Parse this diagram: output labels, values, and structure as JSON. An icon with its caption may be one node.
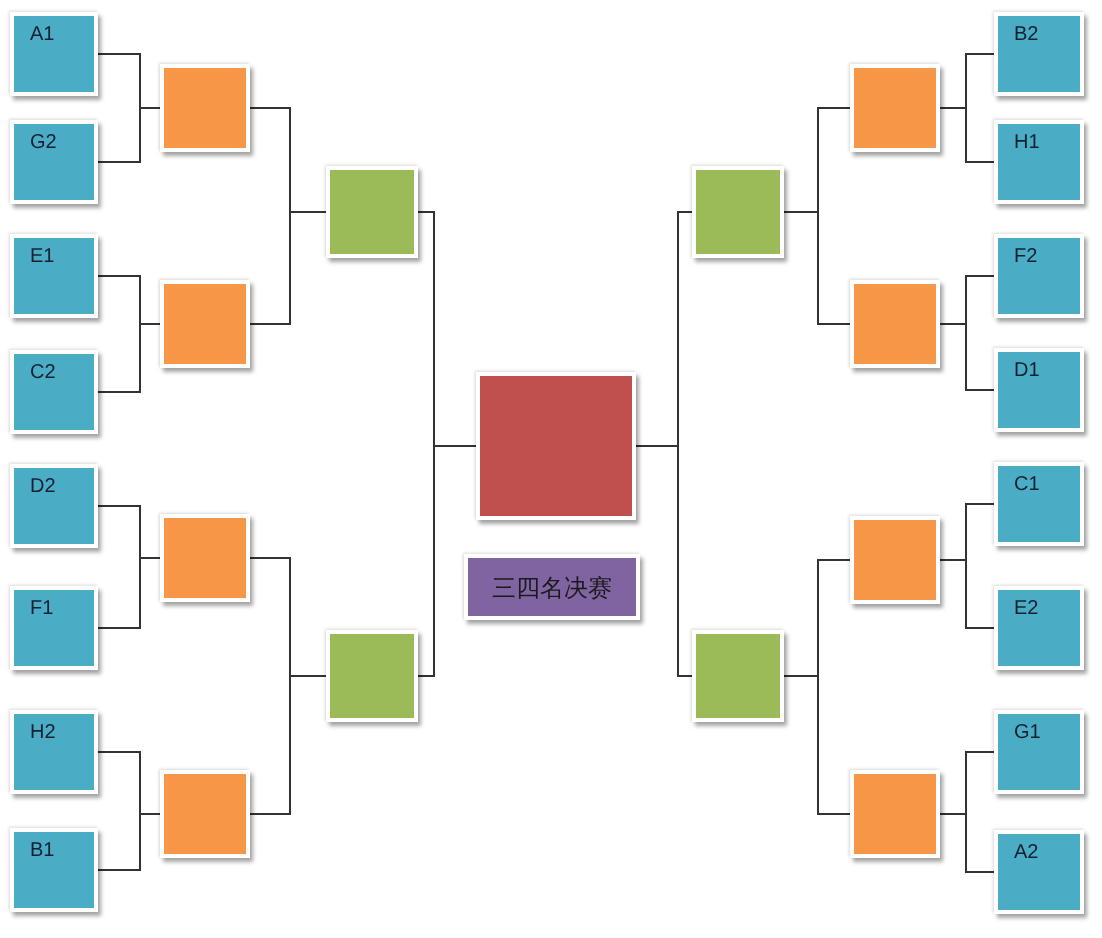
{
  "diagram": {
    "nodes": [
      {
        "text": [
          "A1"
        ]
      },
      {
        "text": [
          "G2"
        ]
      },
      {
        "text": [
          "E1"
        ]
      },
      {
        "text": [
          "C2"
        ]
      },
      {
        "text": [
          "D2"
        ]
      },
      {
        "text": [
          "F1"
        ]
      },
      {
        "text": [
          "H2"
        ]
      },
      {
        "text": [
          "B1"
        ]
      },
      {
        "text": [],
        "shape": "box"
      },
      {
        "text": [],
        "shape": "box"
      },
      {
        "text": [],
        "shape": "box"
      },
      {
        "text": [],
        "shape": "box"
      },
      {
        "text": [],
        "shape": "box"
      },
      {
        "text": [],
        "shape": "box"
      },
      {
        "text": [],
        "shape": "box"
      },
      {
        "text": [
          "三四名决赛"
        ]
      },
      {
        "text": [],
        "shape": "box"
      },
      {
        "text": [],
        "shape": "box"
      },
      {
        "text": [],
        "shape": "box"
      },
      {
        "text": [],
        "shape": "box"
      },
      {
        "text": [],
        "shape": "box"
      },
      {
        "text": [],
        "shape": "box"
      },
      {
        "text": [
          "B2"
        ]
      },
      {
        "text": [
          "H1"
        ]
      },
      {
        "text": [
          "F2"
        ]
      },
      {
        "text": [
          "D1"
        ]
      },
      {
        "text": [
          "C1"
        ]
      },
      {
        "text": [
          "E2"
        ]
      },
      {
        "text": [
          "G1"
        ]
      },
      {
        "text": [
          "A2"
        ]
      }
    ],
    "edges": [
      {
        "from": 0,
        "to": 8,
        "arrow": "none"
      },
      {
        "from": 1,
        "to": 8,
        "arrow": "none"
      },
      {
        "from": 2,
        "to": 9,
        "arrow": "none"
      },
      {
        "from": 3,
        "to": 9,
        "arrow": "none"
      },
      {
        "from": 4,
        "to": 10,
        "arrow": "none"
      },
      {
        "from": 5,
        "to": 10,
        "arrow": "none"
      },
      {
        "from": 6,
        "to": 11,
        "arrow": "none"
      },
      {
        "from": 7,
        "to": 11,
        "arrow": "none"
      },
      {
        "from": 8,
        "to": 12,
        "arrow": "none"
      },
      {
        "from": 9,
        "to": 12,
        "arrow": "none"
      },
      {
        "from": 10,
        "to": 13,
        "arrow": "none"
      },
      {
        "from": 11,
        "to": 13,
        "arrow": "none"
      },
      {
        "from": 12,
        "to": 14,
        "arrow": "none"
      },
      {
        "from": 13,
        "to": 14,
        "arrow": "none"
      },
      {
        "from": 16,
        "to": 14,
        "arrow": "none"
      },
      {
        "from": 17,
        "to": 14,
        "arrow": "none"
      },
      {
        "from": 18,
        "to": 16,
        "arrow": "none"
      },
      {
        "from": 19,
        "to": 16,
        "arrow": "none"
      },
      {
        "from": 20,
        "to": 17,
        "arrow": "none"
      },
      {
        "from": 21,
        "to": 17,
        "arrow": "none"
      },
      {
        "from": 22,
        "to": 18,
        "arrow": "none"
      },
      {
        "from": 23,
        "to": 18,
        "arrow": "none"
      },
      {
        "from": 24,
        "to": 19,
        "arrow": "none"
      },
      {
        "from": 25,
        "to": 19,
        "arrow": "none"
      },
      {
        "from": 26,
        "to": 20,
        "arrow": "none"
      },
      {
        "from": 27,
        "to": 20,
        "arrow": "none"
      },
      {
        "from": 28,
        "to": 21,
        "arrow": "none"
      },
      {
        "from": 29,
        "to": 21,
        "arrow": "none"
      }
    ]
  }
}
